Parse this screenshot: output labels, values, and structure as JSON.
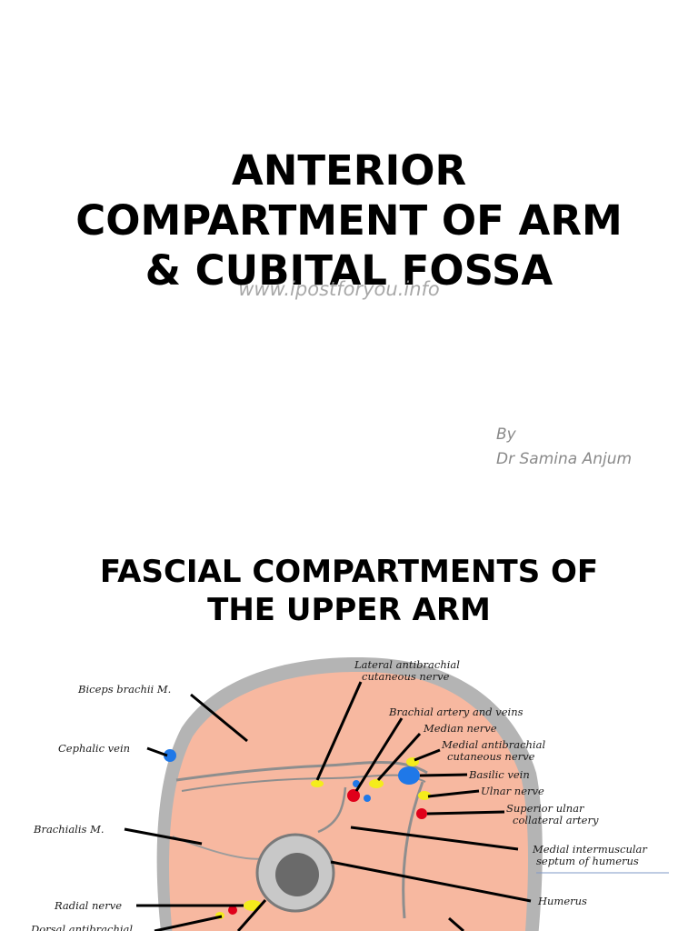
{
  "slide1": {
    "title_lines": [
      "ANTERIOR",
      "COMPARTMENT OF ARM",
      "& CUBITAL FOSSA"
    ],
    "watermark": "www.ipostforyou.info",
    "byline": [
      "By",
      "Dr Samina Anjum"
    ]
  },
  "slide2": {
    "title_lines": [
      "FASCIAL COMPARTMENTS OF",
      "THE UPPER ARM"
    ],
    "labels": {
      "lateral_antibrachial_1": "Lateral antibrachial",
      "lateral_antibrachial_2": "cutaneous nerve",
      "biceps": "Biceps brachii M.",
      "brachial_artery": "Brachial artery and veins",
      "median_nerve": "Median nerve",
      "medial_antibrachial_1": "Medial antibrachial",
      "medial_antibrachial_2": "cutaneous nerve",
      "cephalic_vein": "Cephalic vein",
      "basilic_vein": "Basilic vein",
      "ulnar_nerve": "Ulnar nerve",
      "superior_ulnar_1": "Superior ulnar",
      "superior_ulnar_2": "collateral artery",
      "brachialis": "Brachialis M.",
      "medial_intermuscular_1": "Medial intermuscular",
      "medial_intermuscular_2": "septum of humerus",
      "humerus": "Humerus",
      "radial_nerve": "Radial nerve",
      "dorsal_antibrachial": "Dorsal antibrachial"
    }
  },
  "colors": {
    "muscle": "#f7b8a0",
    "fascia": "#b4b4b4",
    "artery": "#e0001a",
    "vein": "#1f78e8",
    "nerve": "#f4ec1c"
  }
}
